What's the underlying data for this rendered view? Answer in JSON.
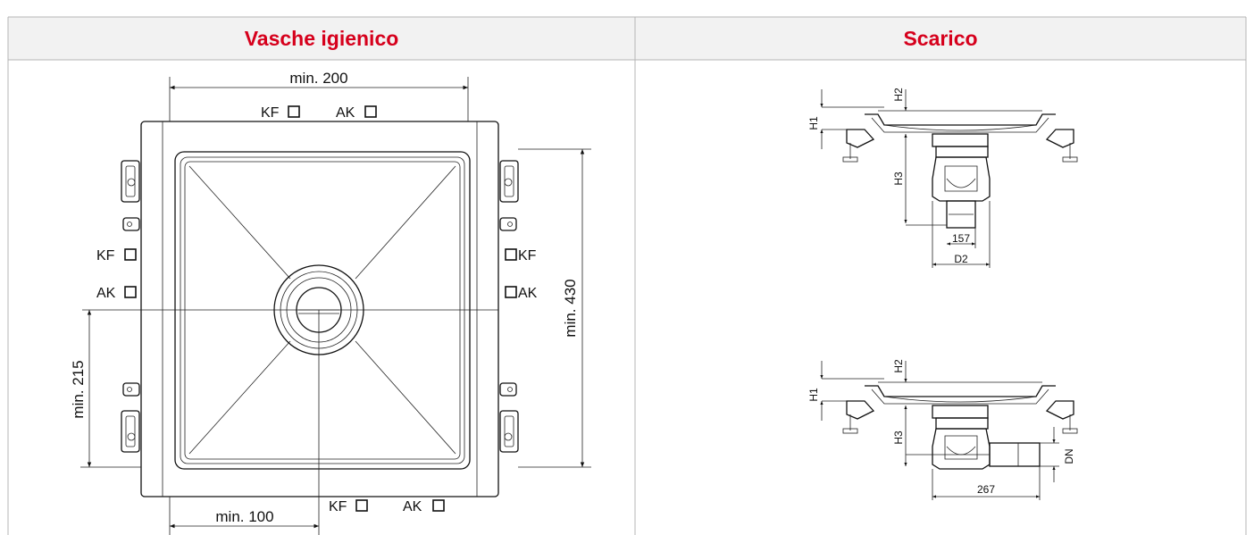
{
  "table": {
    "left_header": "Vasche igienico",
    "right_header": "Scarico",
    "header_color": "#d6001c",
    "header_bg": "#f2f2f2"
  },
  "plan": {
    "dim_top": "min. 200",
    "dim_right": "min. 430",
    "dim_left": "min. 215",
    "dim_bottom": "min. 100",
    "kf": "KF",
    "ak": "AK"
  },
  "section_a": {
    "h1": "H1",
    "h2": "H2",
    "h3": "H3",
    "w": "157",
    "d2": "D2"
  },
  "section_b": {
    "h1": "H1",
    "h2": "H2",
    "h3": "H3",
    "dn": "DN",
    "w": "267"
  }
}
